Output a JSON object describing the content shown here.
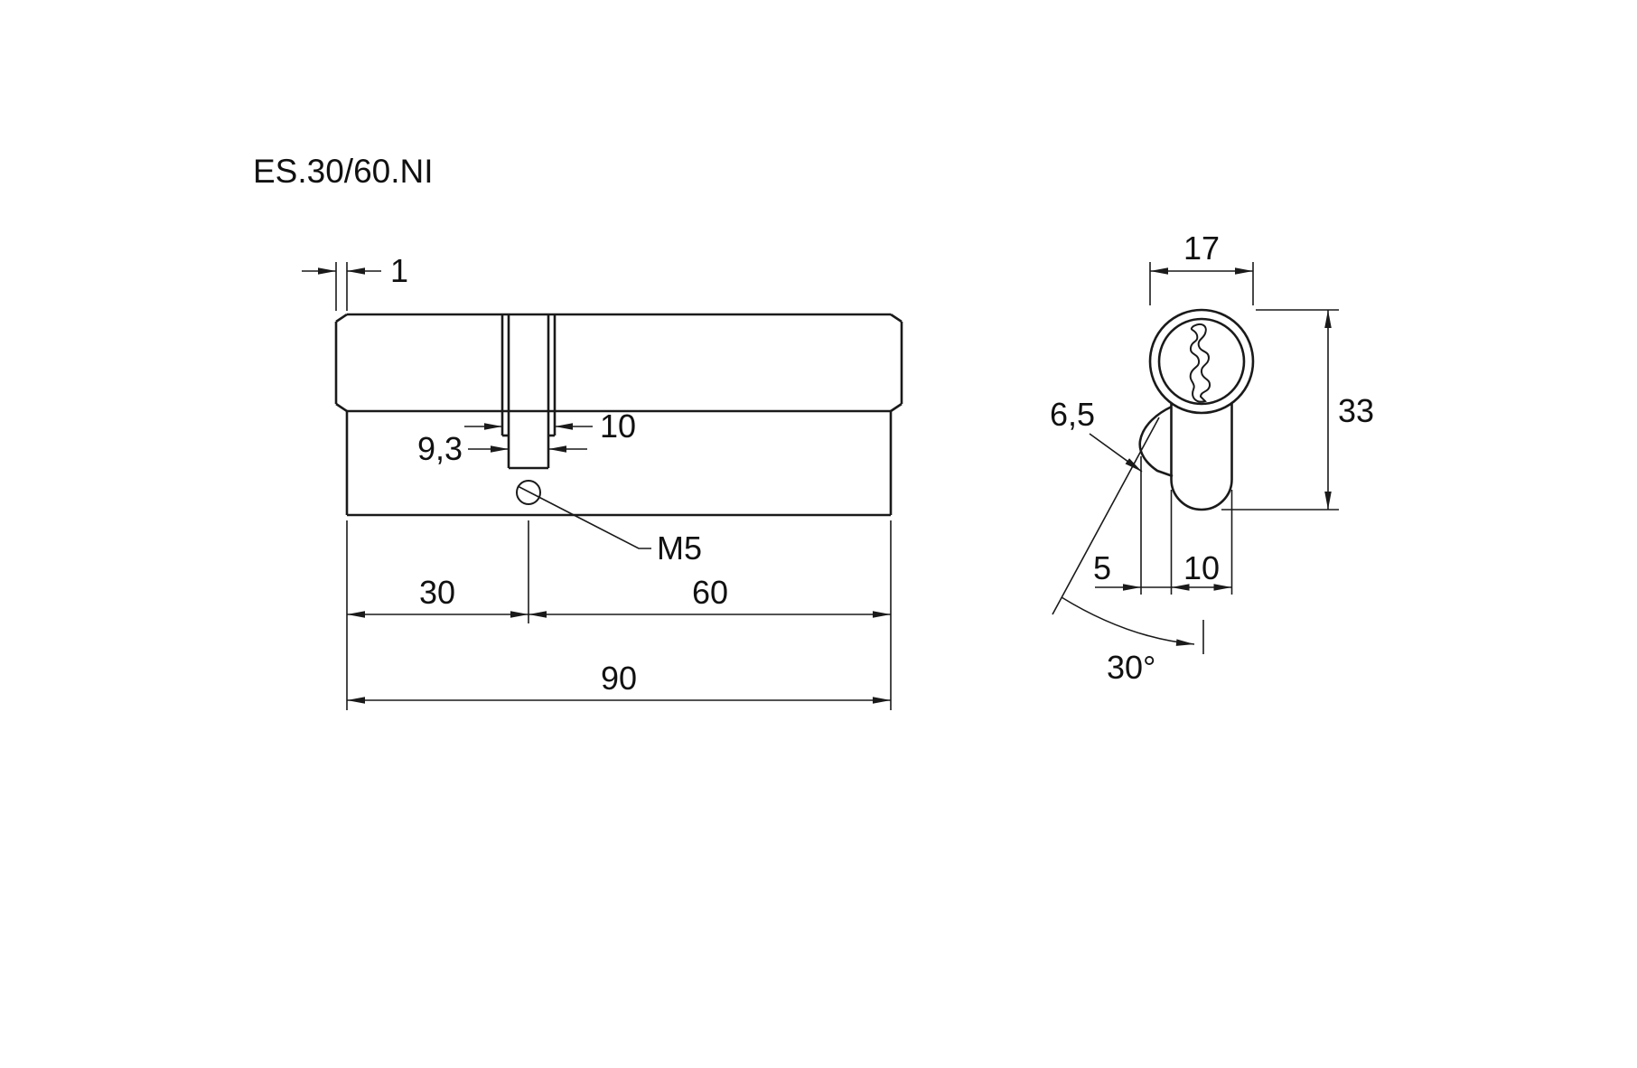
{
  "title": "ES.30/60.NI",
  "drawing": {
    "side_view": {
      "labels": {
        "chamfer": "1",
        "slot_outer": "10",
        "slot_inner": "9,3",
        "screw_thread": "M5",
        "left_length": "30",
        "right_length": "60",
        "total_length": "90"
      }
    },
    "end_view": {
      "labels": {
        "diameter": "17",
        "height": "33",
        "cam_throw": "6,5",
        "cam_protrusion": "5",
        "body_width": "10",
        "cam_angle": "30°"
      }
    }
  }
}
